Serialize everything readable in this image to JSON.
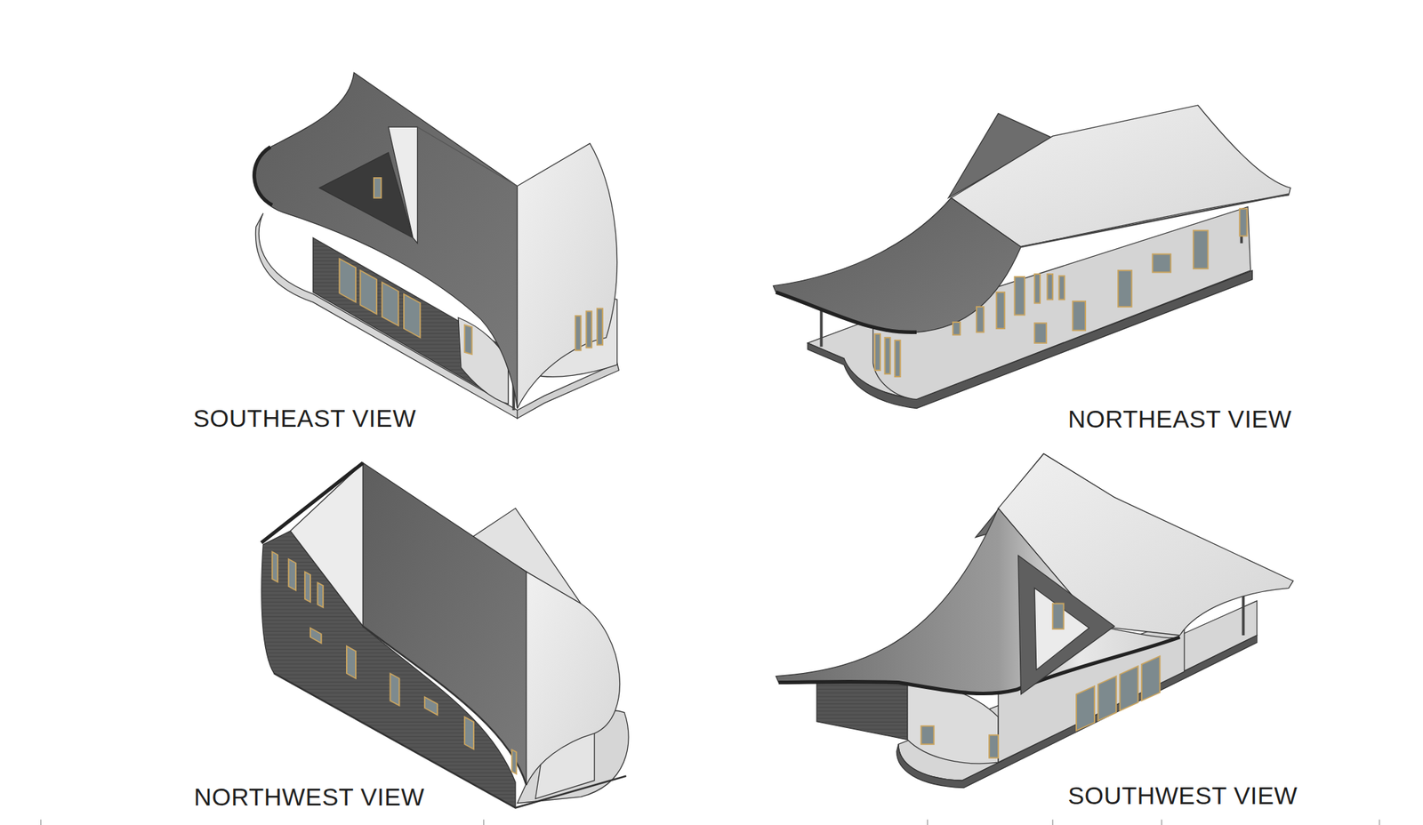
{
  "diagram": {
    "labels": [
      "SOUTHEAST VIEW",
      "NORTHEAST VIEW",
      "NORTHWEST VIEW",
      "SOUTHWEST VIEW"
    ]
  }
}
